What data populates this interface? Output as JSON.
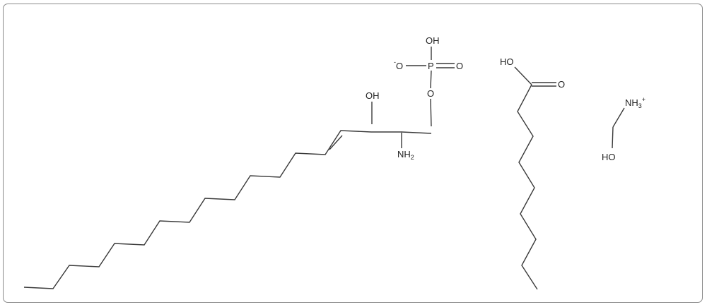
{
  "molecules": [
    {
      "name": "sphingosine-1-phosphate",
      "labels": {
        "phosphate_oh": "OH",
        "phosphate_o_minus": "O",
        "minus_sign": "-",
        "phosphorus": "P",
        "phosphate_double_o": "O",
        "ester_o": "O",
        "hydroxyl": "OH",
        "amine": "NH",
        "amine_sub": "2"
      }
    },
    {
      "name": "nonanoic-acid",
      "labels": {
        "hydroxyl": "HO",
        "carbonyl_o": "O"
      }
    },
    {
      "name": "aminomethanol-cation",
      "labels": {
        "ammonium": "NH",
        "ammonium_sub": "3",
        "charge": "+",
        "hydroxyl": "HO"
      }
    }
  ]
}
